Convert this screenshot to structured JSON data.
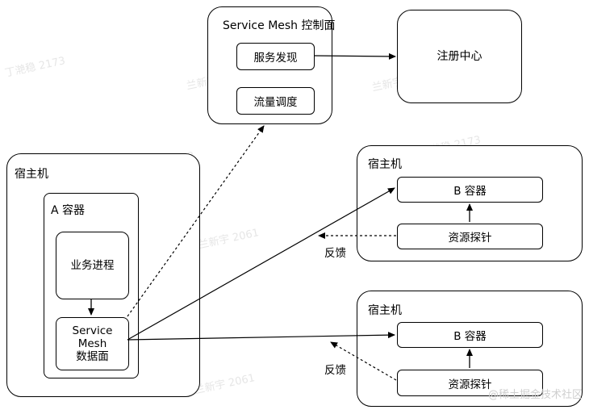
{
  "control_plane": {
    "title": "Service Mesh 控制面",
    "service_discovery": "服务发现",
    "traffic_scheduling": "流量调度"
  },
  "registry": {
    "label": "注册中心"
  },
  "host_left": {
    "title": "宿主机",
    "container_a": {
      "title": "A 容器",
      "business_process": "业务进程",
      "data_plane": {
        "line1": "Service",
        "line2": "Mesh",
        "line3": "数据面"
      }
    }
  },
  "host_top_right": {
    "title": "宿主机",
    "container_b": "B 容器",
    "resource_probe": "资源探针",
    "feedback": "反馈"
  },
  "host_bottom_right": {
    "title": "宿主机",
    "container_b": "B 容器",
    "resource_probe": "资源探针",
    "feedback": "反馈"
  },
  "watermarks": [
    "兰新宇 2061",
    "丁滟稳 2173"
  ],
  "footer_watermark": "@稀土掘金技术社区"
}
